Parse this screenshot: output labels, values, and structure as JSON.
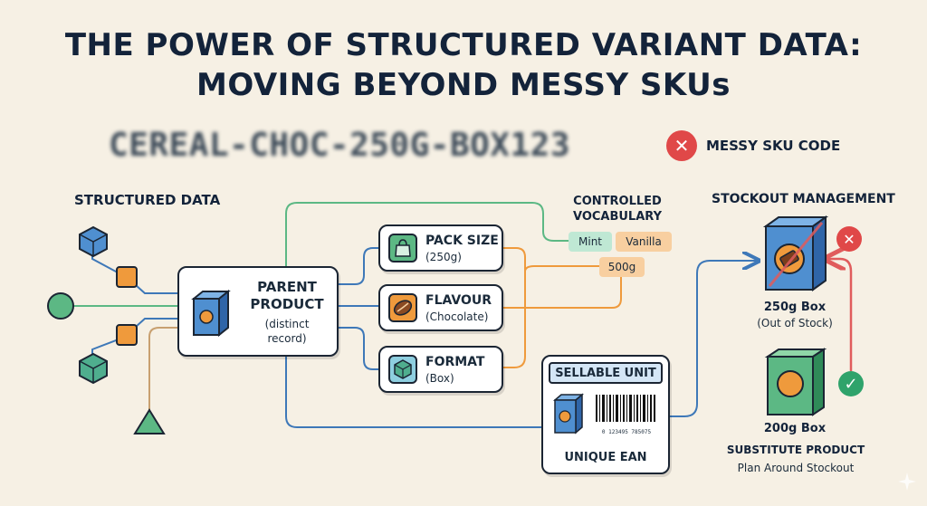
{
  "title_line1": "THE POWER OF STRUCTURED VARIANT DATA:",
  "title_line2": "MOVING BEYOND MESSY SKUs",
  "messy": {
    "code": "CEREAL-CHOC-250G-BOX123",
    "label": "MESSY SKU CODE",
    "mark": "✕"
  },
  "structured_data_label": "STRUCTURED DATA",
  "parent": {
    "line1": "PARENT",
    "line2": "PRODUCT",
    "line3": "(distinct",
    "line4": "record)"
  },
  "attributes": [
    {
      "title": "PACK SIZE",
      "value": "(250g)"
    },
    {
      "title": "FLAVOUR",
      "value": "(Chocolate)"
    },
    {
      "title": "FORMAT",
      "value": "(Box)"
    }
  ],
  "vocabulary": {
    "line1": "CONTROLLED",
    "line2": "VOCABULARY",
    "chips": [
      "Mint",
      "Vanilla",
      "500g"
    ]
  },
  "sellable": {
    "header": "SELLABLE UNIT",
    "barcode_digits": "0 123495 785075",
    "footer": "UNIQUE EAN"
  },
  "stockout": {
    "header": "STOCKOUT MANAGEMENT",
    "out_title": "250g Box",
    "out_sub": "(Out of Stock)",
    "out_mark": "✕",
    "sub_title": "200g Box",
    "sub_label": "SUBSTITUTE PRODUCT",
    "sub_sub": "Plan Around Stockout",
    "sub_mark": "✓"
  },
  "colors": {
    "blue": "#3e78b8",
    "green": "#5cb884",
    "orange": "#ef9a3c",
    "teal": "#4fae8e",
    "red": "#e04848",
    "navy": "#13233a"
  }
}
